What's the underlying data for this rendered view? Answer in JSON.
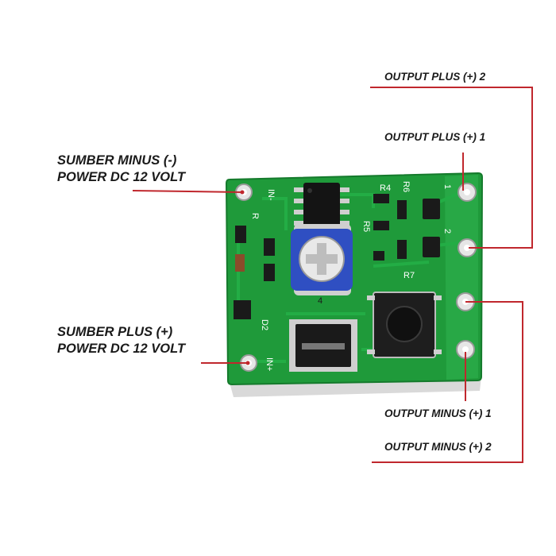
{
  "labels": {
    "sumber_minus_line1": "SUMBER MINUS (-)",
    "sumber_minus_line2": "POWER DC 12 VOLT",
    "sumber_plus_line1": "SUMBER PLUS (+)",
    "sumber_plus_line2": "POWER DC 12 VOLT",
    "output_plus_2": "OUTPUT PLUS (+) 2",
    "output_plus_1": "OUTPUT PLUS (+) 1",
    "output_minus_1": "OUTPUT MINUS (+) 1",
    "output_minus_2": "OUTPUT MINUS (+) 2"
  },
  "silkscreen": {
    "in_minus": "IN-",
    "in_plus": "IN+",
    "r4": "R4",
    "r6": "R6",
    "r5": "R5",
    "r7": "R7",
    "r1": "R",
    "d2": "D2",
    "pad_1": "1",
    "pad_2": "2",
    "trim_4": "4"
  },
  "colors": {
    "pcb_green": "#1f9a3a",
    "callout_line": "#c0272d",
    "text": "#1a1a1a",
    "trimmer_blue": "#2f4fc2"
  }
}
